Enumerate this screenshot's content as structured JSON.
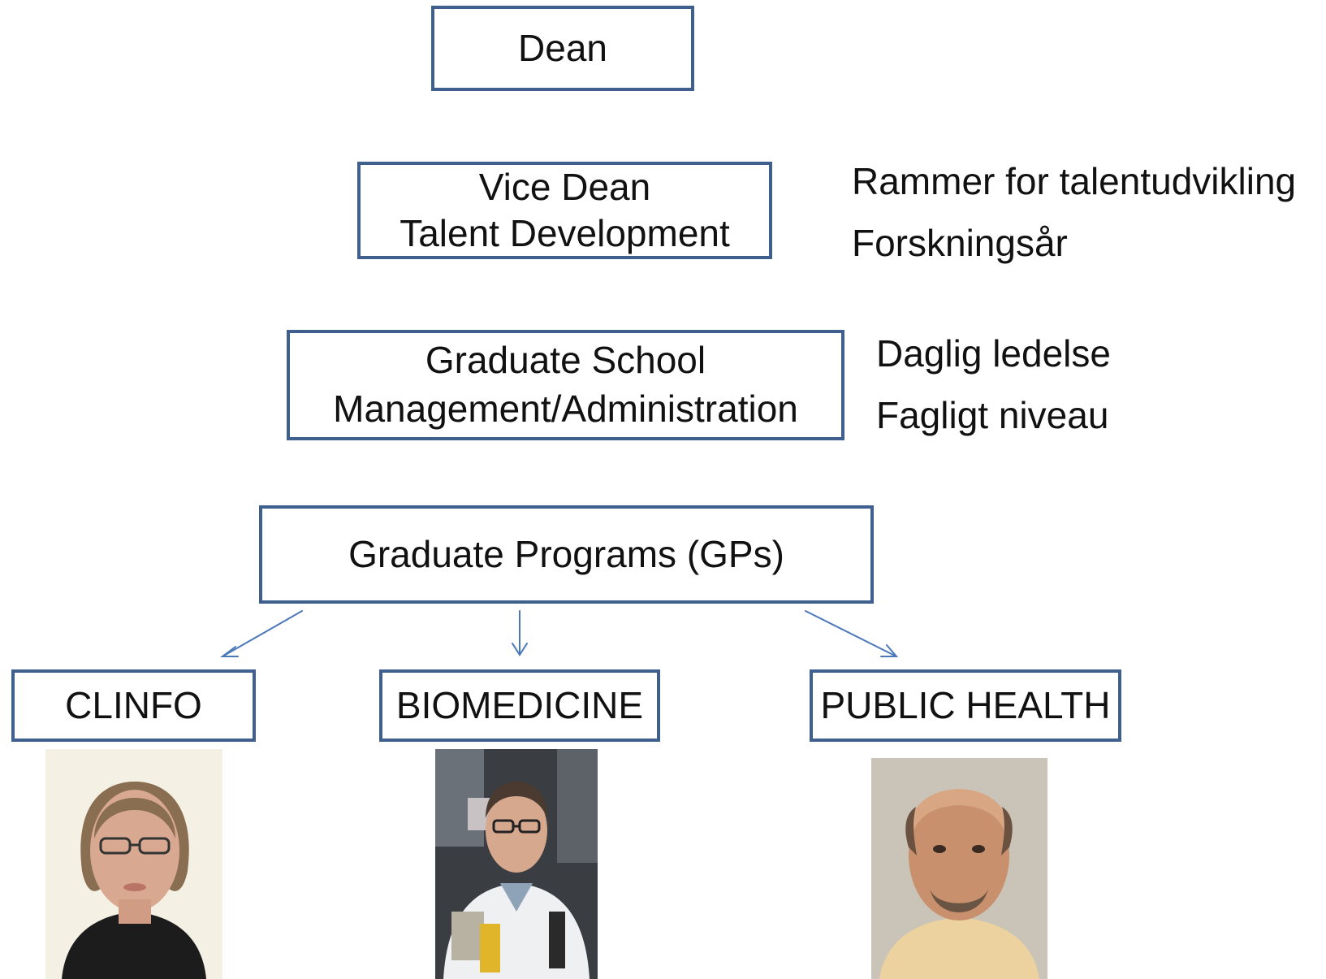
{
  "colors": {
    "box_border": "#3f5f8f",
    "arrow": "#4a78b8",
    "text": "#111111"
  },
  "hierarchy": {
    "dean": {
      "label": "Dean"
    },
    "vice_dean": {
      "line1": "Vice Dean",
      "line2": "Talent Development"
    },
    "graduate_school": {
      "line1": "Graduate School",
      "line2": "Management/Administration"
    },
    "graduate_programs": {
      "label": "Graduate Programs (GPs)"
    }
  },
  "notes": {
    "vice_dean": [
      "Rammer for talentudvikling",
      "Forskningsår"
    ],
    "graduate_school": [
      "Daglig ledelse",
      "Fagligt niveau"
    ]
  },
  "programs": [
    {
      "label": "CLINFO",
      "photo_icon": "woman-portrait-icon"
    },
    {
      "label": "BIOMEDICINE",
      "photo_icon": "man-lab-portrait-icon"
    },
    {
      "label": "PUBLIC HEALTH",
      "photo_icon": "man-portrait-icon"
    }
  ]
}
